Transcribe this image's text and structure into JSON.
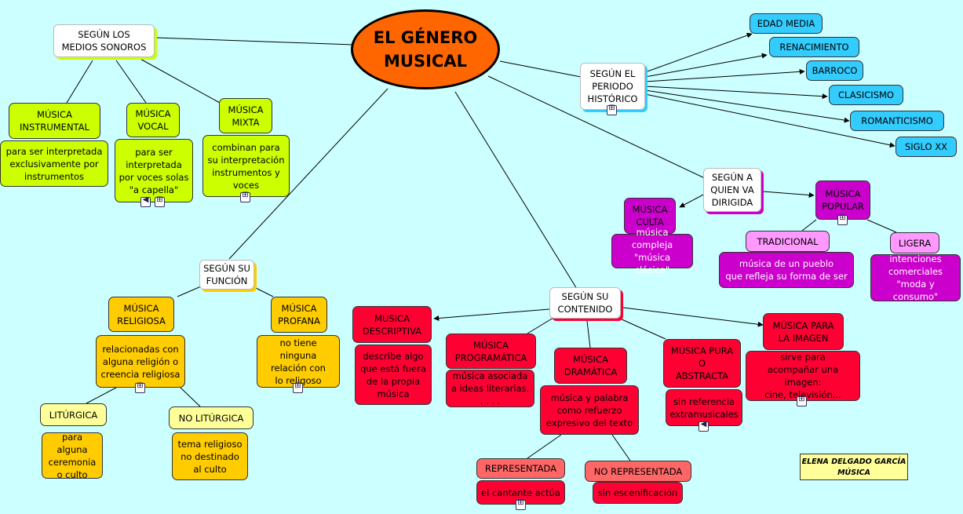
{
  "title": "EL GÉNERO\nMUSICAL",
  "colors": {
    "background": "#ccffff",
    "title": "#ff6600",
    "sonoros": "#ccff00",
    "funcion": "#ffcc00",
    "contenido": "#ff0033",
    "dirigida": "#cc00cc",
    "periodo": "#33ccff"
  },
  "sonoros": {
    "header": "SEGÚN LOS\nMEDIOS SONOROS",
    "instrumental": {
      "label": "MÚSICA\nINSTRUMENTAL",
      "desc": "para ser interpretada\nexclusivamente por\ninstrumentos"
    },
    "vocal": {
      "label": "MÚSICA\nVOCAL",
      "desc": "para ser\ninterpretada\npor voces solas\n\"a capella\""
    },
    "mixta": {
      "label": "MÚSICA\nMIXTA",
      "desc": "combinan para\nsu interpretación\ninstrumentos y\nvoces"
    }
  },
  "funcion": {
    "header": "SEGÚN SU\nFUNCIÓN",
    "religiosa": {
      "label": "MÚSICA\nRELIGIOSA",
      "desc": "relacionadas con\nalguna religión o\ncreencia religiosa"
    },
    "profana": {
      "label": "MÚSICA\nPROFANA",
      "desc": "no tiene ninguna\nrelación con\nlo religoso"
    },
    "liturgica": {
      "label": "LITÚRGICA",
      "desc": "para alguna\nceremonia\no culto"
    },
    "no_liturgica": {
      "label": "NO LITÚRGICA",
      "desc": "tema religioso\nno destinado\nal culto"
    }
  },
  "contenido": {
    "header": "SEGÚN SU\nCONTENIDO",
    "descriptiva": {
      "label": "MÚSICA\nDESCRIPTIVA",
      "desc": "describe algo\nque está fuera\nde la propia\nmúsica"
    },
    "programatica": {
      "label": "MÚSICA\nPROGRAMÁTICA",
      "desc": "música asociada\na ideas literarias.\n. . . ."
    },
    "dramatica": {
      "label": "MÚSICA\nDRAMÁTICA",
      "desc": "música y palabra\ncomo refuerzo\nexpresivo del texto"
    },
    "pura": {
      "label": "MÚSICA PURA\nO\nABSTRACTA",
      "desc": "sin referencia\nextramusicales"
    },
    "imagen": {
      "label": "MÚSICA PARA\nLA IMAGEN",
      "desc": "sirve para\nacompañar una imagen:\ncine, televisión..."
    },
    "representada": {
      "label": "REPRESENTADA",
      "desc": "el cantante actúa"
    },
    "no_representada": {
      "label": "NO REPRESENTADA",
      "desc": "sin escenificación"
    }
  },
  "dirigida": {
    "header": "SEGÚN A\nQUIEN VA\nDIRIGIDA",
    "culta": {
      "label": "MÚSICA\nCULTA",
      "desc": "música compleja\n\"música clásica\""
    },
    "popular": {
      "label": "MÚSICA\nPOPULAR"
    },
    "tradicional": {
      "label": "TRADICIONAL",
      "desc": "música de un pueblo\nque refleja su forma de ser"
    },
    "ligera": {
      "label": "LIGERA",
      "desc": "intenciones\ncomerciales\n\"moda y consumo\""
    }
  },
  "periodo": {
    "header": "SEGÚN EL\nPERIODO\nHISTÓRICO",
    "items": [
      "EDAD MEDIA",
      "RENACIMIENTO",
      "BARROCO",
      "CLASICISMO",
      "ROMANTICISMO",
      "SIGLO XX"
    ]
  },
  "author": "ELENA DELGADO GARCÍA\nMÚSICA",
  "icons": {
    "submap": "submap-icon",
    "audio": "speaker-icon"
  }
}
